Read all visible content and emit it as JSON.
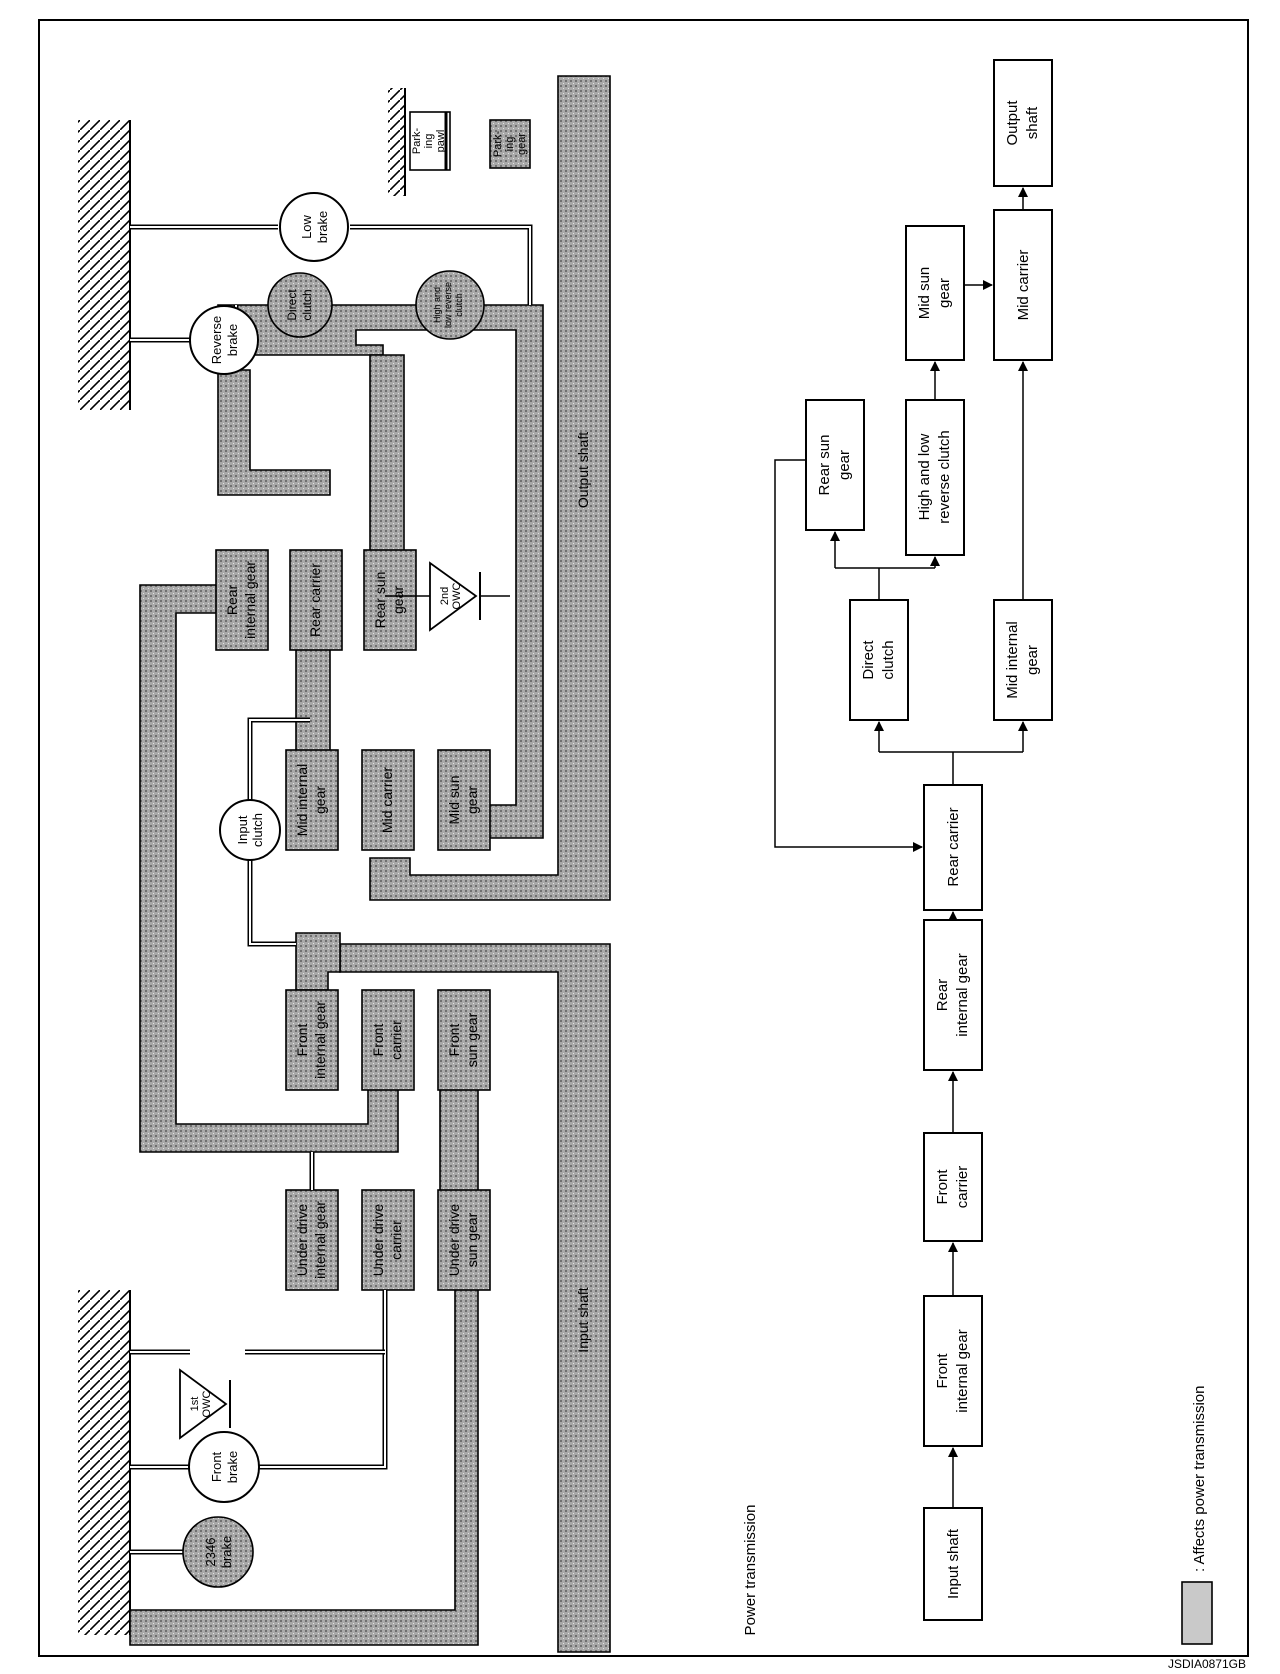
{
  "title": "Power transmission",
  "legend_text": ": Affects power transmission",
  "code": "JSDIA0871GB",
  "mech": {
    "brake_2346": [
      "2346",
      "brake"
    ],
    "front_brake": [
      "Front",
      "brake"
    ],
    "owc_1st": [
      "1st",
      "OWC"
    ],
    "underdrive_internal": [
      "Under drive",
      "internal gear"
    ],
    "underdrive_carrier": [
      "Under drive",
      "carrier"
    ],
    "underdrive_sun": [
      "Under drive",
      "sun gear"
    ],
    "input_shaft": "Input shaft",
    "front_internal": [
      "Front",
      "internal gear"
    ],
    "front_carrier": [
      "Front",
      "carrier"
    ],
    "front_sun": [
      "Front",
      "sun gear"
    ],
    "input_clutch": [
      "Input",
      "clutch"
    ],
    "mid_internal": [
      "Mid internal",
      "gear"
    ],
    "mid_carrier": "Mid carrier",
    "mid_sun": [
      "Mid sun",
      "gear"
    ],
    "rear_internal": [
      "Rear",
      "internal gear"
    ],
    "rear_carrier": "Rear carrier",
    "rear_sun": [
      "Rear sun",
      "gear"
    ],
    "owc_2nd": [
      "2nd",
      "OWC"
    ],
    "direct_clutch": [
      "Direct",
      "clutch"
    ],
    "hlr_clutch": [
      "High and",
      "low reverse",
      "clutch"
    ],
    "reverse_brake": [
      "Reverse",
      "brake"
    ],
    "low_brake": [
      "Low",
      "brake"
    ],
    "output_shaft": "Output shaft",
    "parking_pawl": [
      "Park-",
      "ing",
      "pawl"
    ],
    "parking_gear": [
      "Park-",
      "ing",
      "gear"
    ]
  },
  "flow": {
    "input_shaft": "Input shaft",
    "front_internal": [
      "Front",
      "internal gear"
    ],
    "front_carrier": [
      "Front",
      "carrier"
    ],
    "rear_internal": [
      "Rear",
      "internal gear"
    ],
    "rear_carrier": "Rear carrier",
    "direct_clutch": [
      "Direct",
      "clutch"
    ],
    "mid_internal": [
      "Mid internal",
      "gear"
    ],
    "rear_sun": [
      "Rear sun",
      "gear"
    ],
    "hlr_clutch": [
      "High and low",
      "reverse clutch"
    ],
    "mid_sun": [
      "Mid sun",
      "gear"
    ],
    "mid_carrier": "Mid carrier",
    "output_shaft": [
      "Output",
      "shaft"
    ]
  }
}
